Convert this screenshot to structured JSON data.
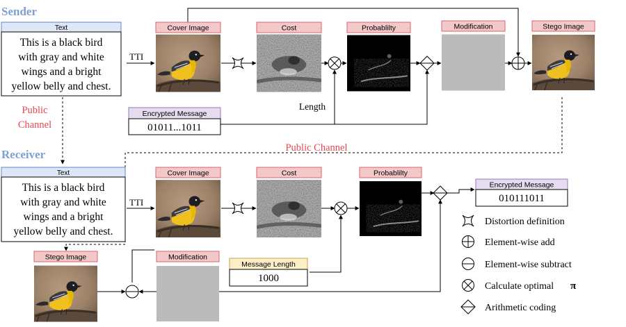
{
  "colors": {
    "section_blue": "#7f9fd0",
    "public_channel_red": "#e8474f",
    "label_red_fill": "#f3c8c9",
    "label_red_stroke": "#d9656b",
    "label_blue_fill": "#dde7f5",
    "label_blue_stroke": "#5d86c5",
    "label_purple_fill": "#e5dcef",
    "label_purple_stroke": "#9179b8",
    "label_yellow_fill": "#fcefc8",
    "label_yellow_stroke": "#c7a24a"
  },
  "sender": {
    "heading": "Sender",
    "text_label": "Text",
    "text_lines": [
      "This is a black bird",
      "with gray and white",
      "wings and a bright",
      "yellow belly and chest."
    ],
    "tti": "TTI",
    "cover_label": "Cover Image",
    "cost_label": "Cost",
    "prob_label": "Probablilty",
    "mod_label": "Modification",
    "stego_label": "Stego Image",
    "length_label": "Length",
    "enc_label": "Encrypted Message",
    "enc_value": "01011...1011",
    "public_channel_left": [
      "Public",
      "Channel"
    ]
  },
  "public_channel": "Public Channel",
  "receiver": {
    "heading": "Receiver",
    "text_label": "Text",
    "text_lines": [
      "This is a black bird",
      "with gray and white",
      "wings and a bright",
      "yellow belly and chest."
    ],
    "tti": "TTI",
    "cover_label": "Cover Image",
    "cost_label": "Cost",
    "prob_label": "Probablilty",
    "enc_label": "Encrypted Message",
    "enc_value": "010111011",
    "stego_label": "Stego Image",
    "mod_label": "Modification",
    "msglen_label": "Message Length",
    "msglen_value": "1000"
  },
  "legend": [
    {
      "icon": "distortion-icon",
      "text": "Distortion definition"
    },
    {
      "icon": "element-wise-add-icon",
      "text": "Element-wise add"
    },
    {
      "icon": "element-wise-subtract-icon",
      "text": "Element-wise subtract"
    },
    {
      "icon": "optimal-pi-icon",
      "text": "Calculate optimal",
      "symbol": "π"
    },
    {
      "icon": "arithmetic-coding-icon",
      "text": "Arithmetic coding"
    }
  ]
}
